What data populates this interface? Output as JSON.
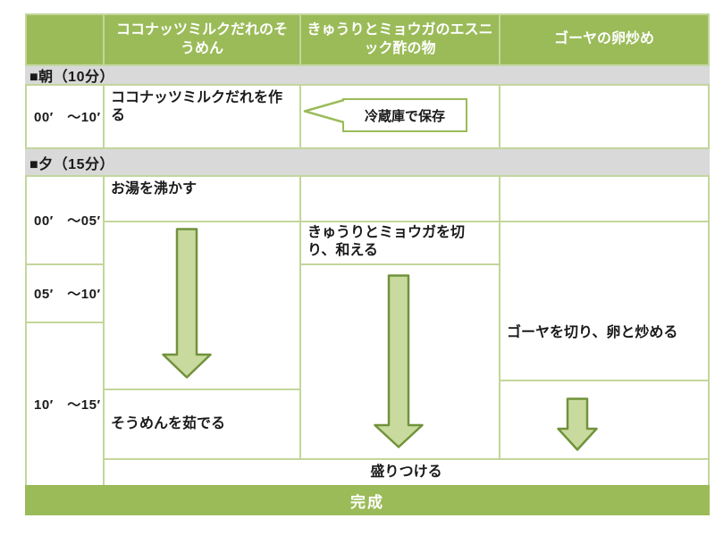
{
  "colors": {
    "header_green": "#9BBB59",
    "border_green": "#C3D69B",
    "section_gray": "#D9D9D9",
    "arrow_fill": "#C9DA9E",
    "arrow_border": "#71923B"
  },
  "header": {
    "col_time": "",
    "col_somen": "ココナッツミルクだれのそうめん",
    "col_sunomono": "きゅうりとミョウガのエスニック酢の物",
    "col_goya": "ゴーヤの卵炒め"
  },
  "sections": {
    "morning": {
      "label": "■朝（10分）",
      "time": "00′　～10′",
      "make_sauce": "ココナッツミルクだれを作る",
      "callout": "冷蔵庫で保存"
    },
    "evening": {
      "label": "■夕（15分）",
      "times": [
        "00′　～05′",
        "05′　～10′",
        "10′　～15′"
      ],
      "boil_water": "お湯を沸かす",
      "cut_cucumber": "きゅうりとミョウガを切り、和える",
      "boil_somen": "そうめんを茹でる",
      "cook_goya": "ゴーヤを切り、卵と炒める"
    }
  },
  "footer": {
    "plate": "盛りつける",
    "done": "完成"
  }
}
